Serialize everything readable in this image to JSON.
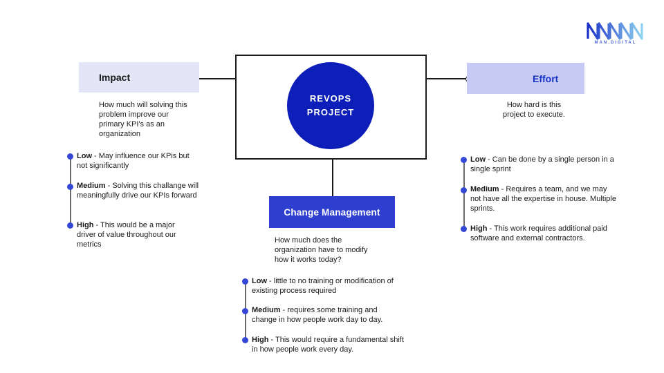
{
  "logo": {
    "text": "MAN.DIGITAL"
  },
  "center": {
    "title_line1": "REVOPS",
    "title_line2": "PROJECT"
  },
  "impact": {
    "title": "Impact",
    "description": "How much will solving this problem improve our primary KPI's as an organization",
    "levels": [
      {
        "level": "Low",
        "text": " - May influence our KPis but not significantly"
      },
      {
        "level": "Medium",
        "text": " - Solving this challange will meaningfully drive our KPIs forward"
      },
      {
        "level": "High",
        "text": " - This would be a major driver of value throughout our metrics"
      }
    ]
  },
  "effort": {
    "title": "Effort",
    "description": "How hard is this project to execute.",
    "levels": [
      {
        "level": "Low",
        "text": " - Can be done by a single person in a single sprint"
      },
      {
        "level": "Medium",
        "text": " - Requires a team, and we may not have all the expertise in house. Multiple sprints."
      },
      {
        "level": "High",
        "text": " - This work requires additional paid software and external contractors."
      }
    ]
  },
  "change": {
    "title": "Change Management",
    "description": "How much does the organization have to modify how it works today?",
    "levels": [
      {
        "level": "Low",
        "text": " - little to no training or modification of existing process required"
      },
      {
        "level": "Medium",
        "text": " - requires some training and change in how people work day to day."
      },
      {
        "level": "High",
        "text": " - This would require a fundamental shift in how people work every day."
      }
    ]
  },
  "colors": {
    "brand_blue": "#0d1fb8",
    "accent_blue": "#2e3fd0",
    "light_lavender": "#e4e6f8",
    "lavender": "#c7cbf3"
  }
}
